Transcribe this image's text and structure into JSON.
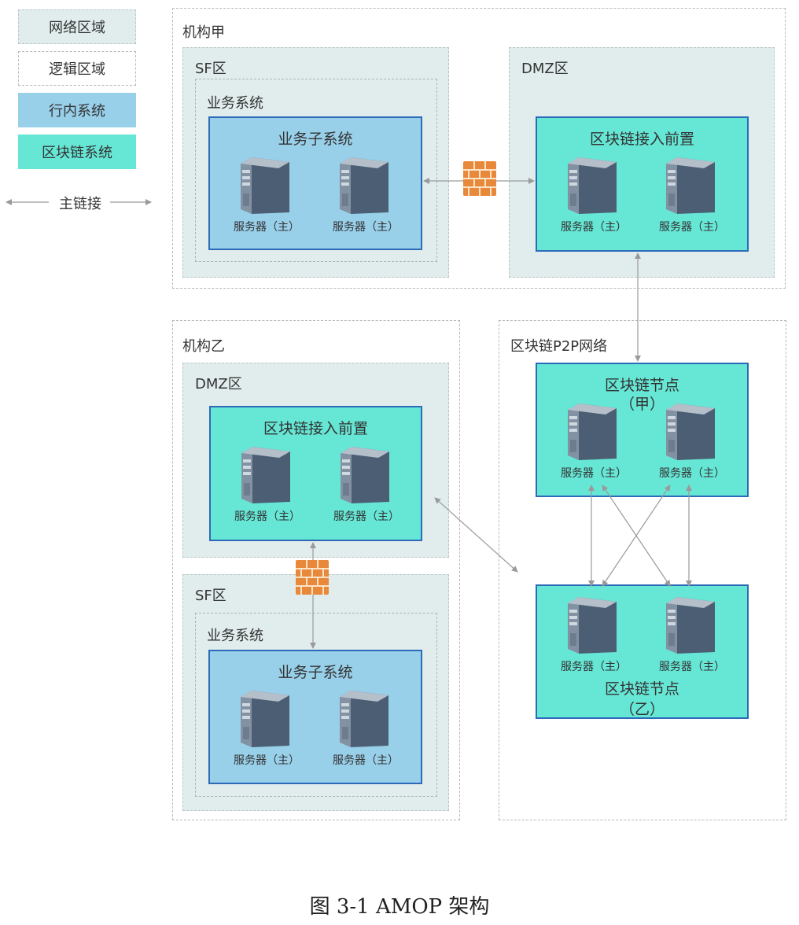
{
  "legend": {
    "network_zone": "网络区域",
    "logical_zone": "逻辑区域",
    "bank_system": "行内系统",
    "blockchain_system": "区块链系统",
    "main_link": "主链接"
  },
  "org_a": {
    "title": "机构甲",
    "sf_zone": {
      "title": "SF区",
      "business_system": "业务系统",
      "subsystem": {
        "title": "业务子系统",
        "servers": [
          "服务器（主）",
          "服务器（主）"
        ]
      }
    },
    "dmz_zone": {
      "title": "DMZ区",
      "frontend": {
        "title": "区块链接入前置",
        "servers": [
          "服务器（主）",
          "服务器（主）"
        ]
      }
    }
  },
  "org_b": {
    "title": "机构乙",
    "dmz_zone": {
      "title": "DMZ区",
      "frontend": {
        "title": "区块链接入前置",
        "servers": [
          "服务器（主）",
          "服务器（主）"
        ]
      }
    },
    "sf_zone": {
      "title": "SF区",
      "business_system": "业务系统",
      "subsystem": {
        "title": "业务子系统",
        "servers": [
          "服务器（主）",
          "服务器（主）"
        ]
      }
    }
  },
  "p2p": {
    "title": "区块链P2P网络",
    "node_a": {
      "title": "区块链节点",
      "sub": "（甲）",
      "servers": [
        "服务器（主）",
        "服务器（主）"
      ]
    },
    "node_b": {
      "title": "区块链节点",
      "sub": "（乙）",
      "servers": [
        "服务器（主）",
        "服务器（主）"
      ]
    }
  },
  "caption": "图 3-1 AMOP 架构",
  "colors": {
    "network_zone": "#e1ecec",
    "bank_system": "#98cfe9",
    "blockchain_system": "#66e6d5",
    "border": "#2d6bb8",
    "arrow": "#9a9a9a"
  },
  "icons": [
    "server-icon",
    "firewall-icon"
  ]
}
